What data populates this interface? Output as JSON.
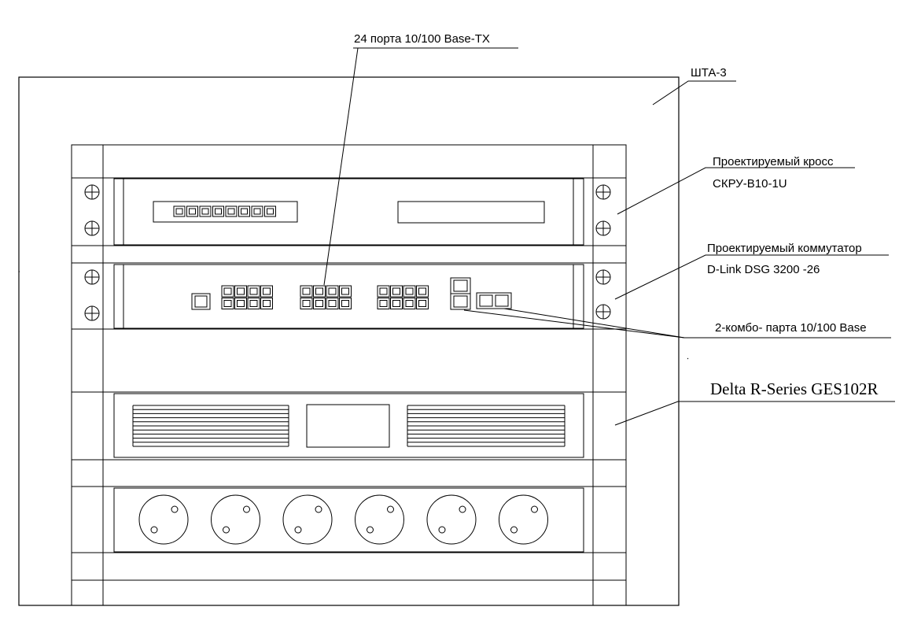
{
  "labels": {
    "ports_tx": "24 порта 10/100  Base-TX",
    "cabinet": "ШТА-3",
    "cross_line1": "Проектируемый кросс",
    "cross_line2": "СКРУ-В10-1U",
    "switch_line1": "Проектируемый коммутатор",
    "switch_line2": "D-Link DSG 3200 -26",
    "combo": "2-комбо- парта 10/100 Base",
    "ups": "Delta R-Series GES102R"
  },
  "counts": {
    "cross_ports": 8,
    "switch_port_groups": 3,
    "power_sockets": 6
  }
}
